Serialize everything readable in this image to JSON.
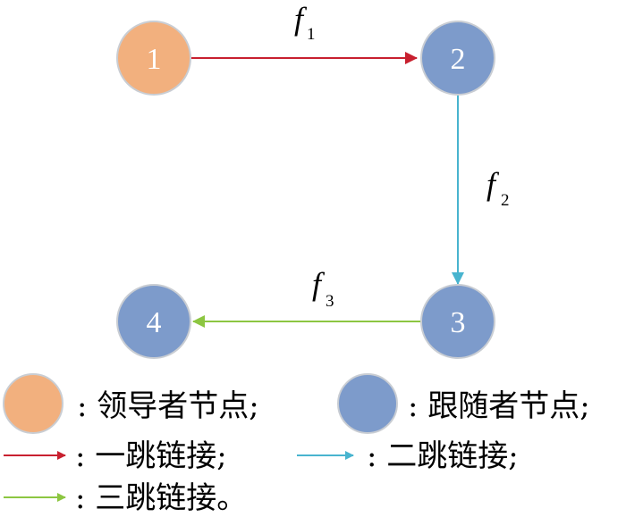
{
  "colors": {
    "leader_fill": "#F2B07E",
    "follower_fill": "#7D9BCB",
    "node_stroke": "#C9CDD3",
    "hop1": "#C8202F",
    "hop2": "#48B4CF",
    "hop3": "#8CC641"
  },
  "nodes": [
    {
      "id": "1",
      "role": "leader"
    },
    {
      "id": "2",
      "role": "follower"
    },
    {
      "id": "3",
      "role": "follower"
    },
    {
      "id": "4",
      "role": "follower"
    }
  ],
  "edges": [
    {
      "from": "1",
      "to": "2",
      "label": "f",
      "sub": "1",
      "color": "hop1"
    },
    {
      "from": "2",
      "to": "3",
      "label": "f",
      "sub": "2",
      "color": "hop2"
    },
    {
      "from": "3",
      "to": "4",
      "label": "f",
      "sub": "3",
      "color": "hop3"
    }
  ],
  "legend": {
    "leader": ": 领导者节点;",
    "follower": ": 跟随者节点;",
    "hop1": ": 一跳链接;",
    "hop2": ": 二跳链接;",
    "hop3": ": 三跳链接。"
  }
}
